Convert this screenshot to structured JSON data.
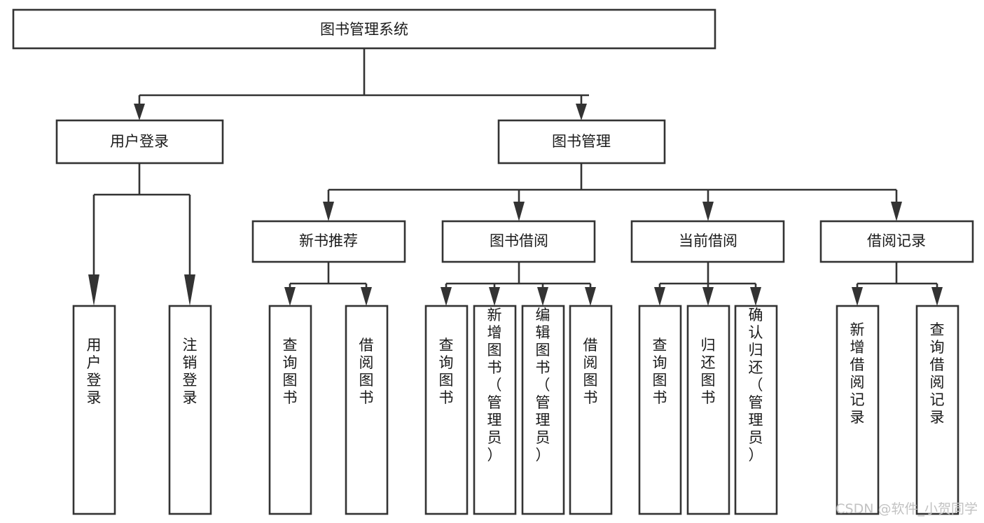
{
  "diagram": {
    "title": "图书管理系统",
    "type": "tree-hierarchy-chart",
    "orientation": "top-down",
    "colors": {
      "box_stroke": "#333333",
      "box_fill": "#ffffff",
      "text": "#1a1a1a",
      "background": "#ffffff",
      "watermark": "#c2c2c2"
    },
    "root": {
      "id": "root",
      "label": "图书管理系统"
    },
    "level2": [
      {
        "id": "user-login",
        "label": "用户登录"
      },
      {
        "id": "book-manage",
        "label": "图书管理"
      }
    ],
    "level3": [
      {
        "id": "new-book-recommend",
        "label": "新书推荐",
        "parent": "book-manage"
      },
      {
        "id": "book-borrow",
        "label": "图书借阅",
        "parent": "book-manage"
      },
      {
        "id": "current-borrow",
        "label": "当前借阅",
        "parent": "book-manage"
      },
      {
        "id": "borrow-record",
        "label": "借阅记录",
        "parent": "book-manage"
      }
    ],
    "leaves": {
      "user-login": [
        {
          "id": "leaf-user-login",
          "label": "用户登录"
        },
        {
          "id": "leaf-user-logout",
          "label": "注销登录"
        }
      ],
      "new-book-recommend": [
        {
          "id": "leaf-query-book-1",
          "label": "查询图书"
        },
        {
          "id": "leaf-borrow-book-1",
          "label": "借阅图书"
        }
      ],
      "book-borrow": [
        {
          "id": "leaf-query-book-2",
          "label": "查询图书"
        },
        {
          "id": "leaf-add-book",
          "label": "新增图书（管理员）"
        },
        {
          "id": "leaf-edit-book",
          "label": "编辑图书（管理员）"
        },
        {
          "id": "leaf-borrow-book-2",
          "label": "借阅图书"
        }
      ],
      "current-borrow": [
        {
          "id": "leaf-query-book-3",
          "label": "查询图书"
        },
        {
          "id": "leaf-return-book",
          "label": "归还图书"
        },
        {
          "id": "leaf-confirm-return",
          "label": "确认归还（管理员）"
        }
      ],
      "borrow-record": [
        {
          "id": "leaf-add-record",
          "label": "新增借阅记录"
        },
        {
          "id": "leaf-query-record",
          "label": "查询借阅记录"
        }
      ]
    }
  },
  "watermark": {
    "label": "CSDN @软件_小贺同学"
  }
}
